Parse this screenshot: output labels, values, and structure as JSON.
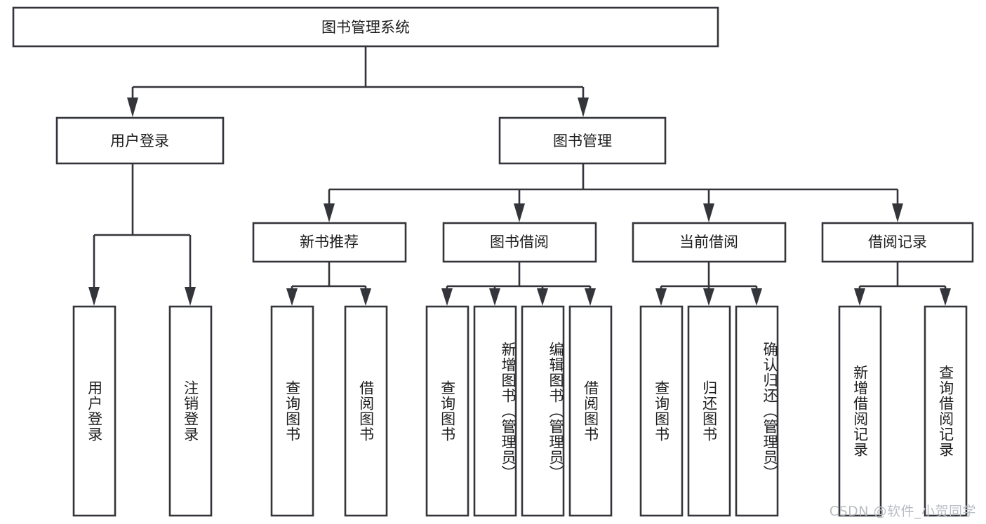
{
  "diagram": {
    "title": "图书管理系统",
    "type": "tree",
    "watermark": "CSDN @软件_小贺同学",
    "colors": {
      "box_stroke": "#33353a",
      "box_fill": "#ffffff",
      "text": "#1d1d1f",
      "watermark": "#b9bcc2",
      "background": "#ffffff"
    },
    "root": {
      "id": "root",
      "label": "图书管理系统"
    },
    "level2": [
      {
        "id": "user-login",
        "label": "用户登录"
      },
      {
        "id": "book-manage",
        "label": "图书管理"
      }
    ],
    "level3": [
      {
        "id": "new-book-rec",
        "label": "新书推荐",
        "parent": "book-manage"
      },
      {
        "id": "book-borrow",
        "label": "图书借阅",
        "parent": "book-manage"
      },
      {
        "id": "current-borrow",
        "label": "当前借阅",
        "parent": "book-manage"
      },
      {
        "id": "borrow-record",
        "label": "借阅记录",
        "parent": "book-manage"
      }
    ],
    "leaves": [
      {
        "id": "leaf-user-login",
        "label": "用户登录",
        "parent": "user-login"
      },
      {
        "id": "leaf-user-logout",
        "label": "注销登录",
        "parent": "user-login"
      },
      {
        "id": "leaf-query-book-1",
        "label": "查询图书",
        "parent": "new-book-rec"
      },
      {
        "id": "leaf-borrow-book-1",
        "label": "借阅图书",
        "parent": "new-book-rec"
      },
      {
        "id": "leaf-query-book-2",
        "label": "查询图书",
        "parent": "book-borrow"
      },
      {
        "id": "leaf-add-book",
        "label": "新增图书（管理员）",
        "parent": "book-borrow"
      },
      {
        "id": "leaf-edit-book",
        "label": "编辑图书（管理员）",
        "parent": "book-borrow"
      },
      {
        "id": "leaf-borrow-book-2",
        "label": "借阅图书",
        "parent": "book-borrow"
      },
      {
        "id": "leaf-query-book-3",
        "label": "查询图书",
        "parent": "current-borrow"
      },
      {
        "id": "leaf-return-book",
        "label": "归还图书",
        "parent": "current-borrow"
      },
      {
        "id": "leaf-confirm-return",
        "label": "确认归还（管理员）",
        "parent": "current-borrow"
      },
      {
        "id": "leaf-add-record",
        "label": "新增借阅记录",
        "parent": "borrow-record"
      },
      {
        "id": "leaf-query-record",
        "label": "查询借阅记录",
        "parent": "borrow-record"
      }
    ]
  }
}
